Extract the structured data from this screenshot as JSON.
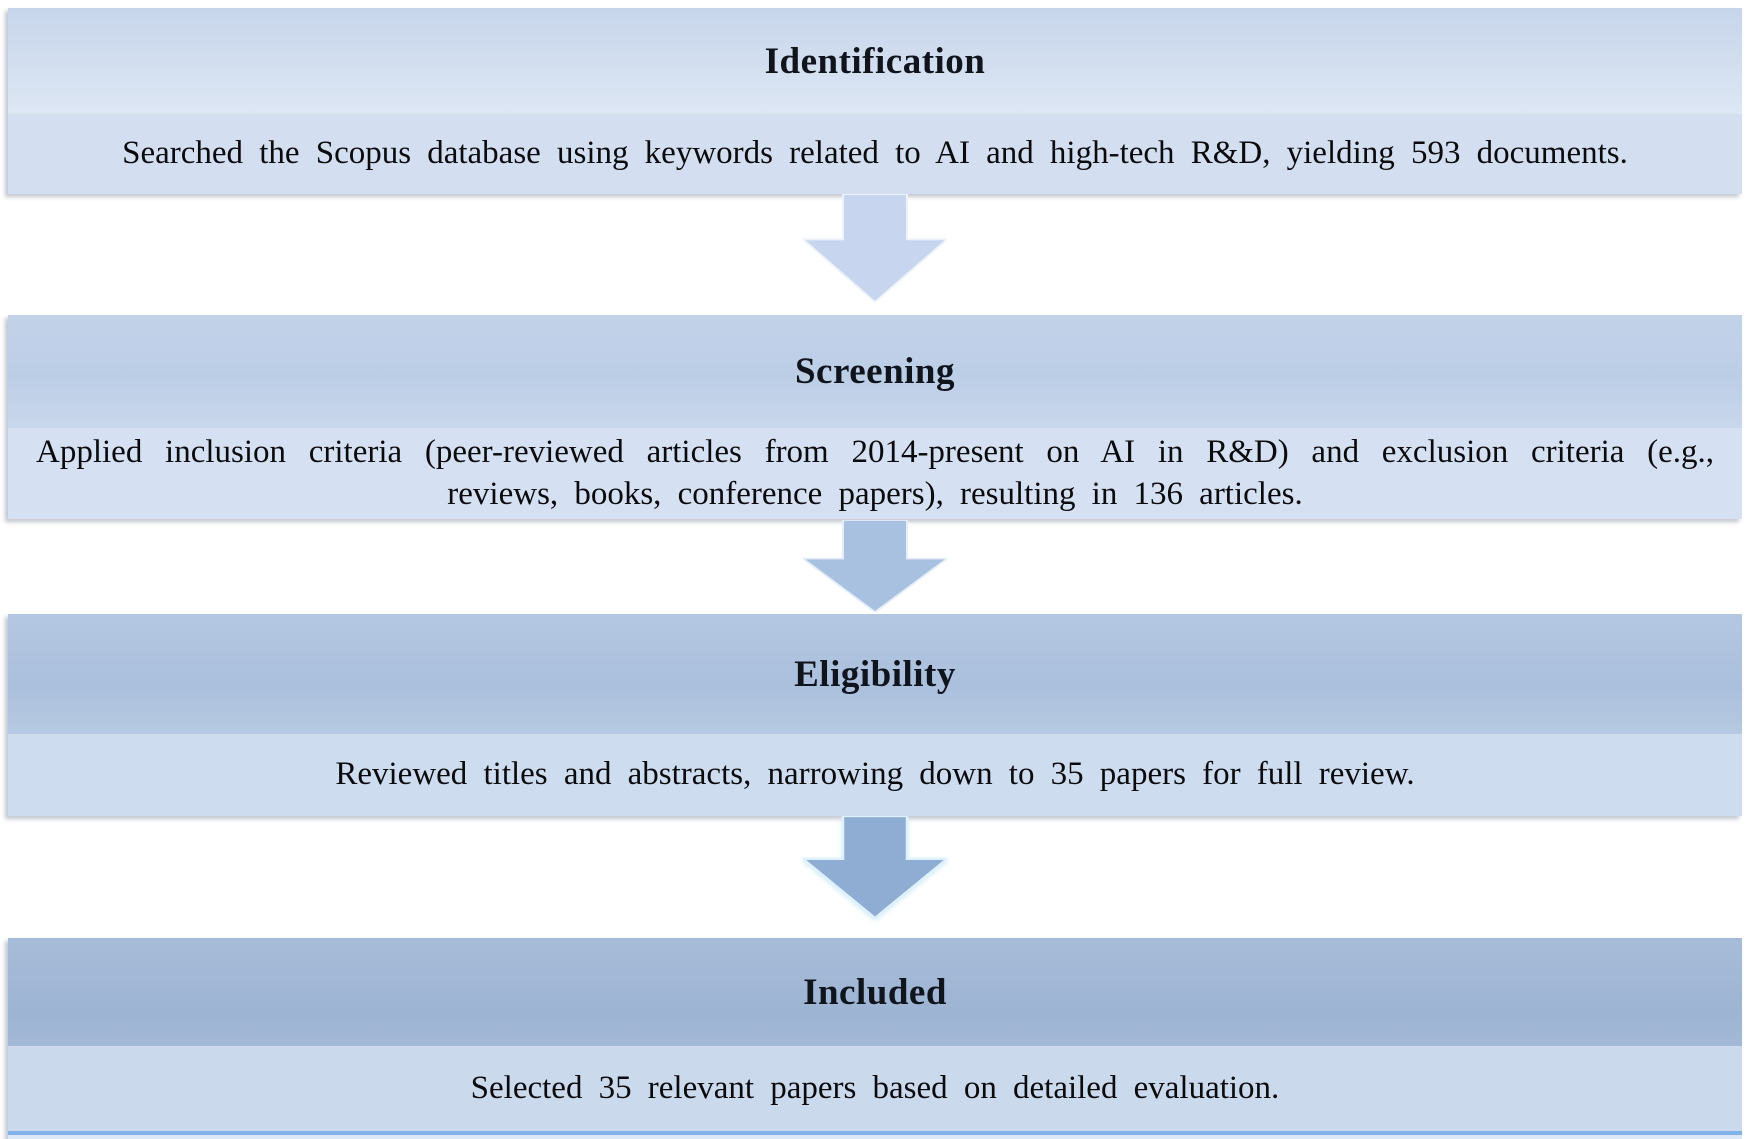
{
  "stages": [
    {
      "title": "Identification",
      "description": "Searched the Scopus database using keywords related to AI and high-tech R&D, yielding 593 documents."
    },
    {
      "title": "Screening",
      "description": "Applied inclusion criteria (peer-reviewed articles from 2014-present on AI in R&D) and exclusion criteria (e.g., reviews, books, conference papers), resulting in 136 articles."
    },
    {
      "title": "Eligibility",
      "description": "Reviewed titles and abstracts, narrowing down to 35 papers for full review."
    },
    {
      "title": "Included",
      "description": "Selected 35 relevant papers based on detailed evaluation."
    }
  ],
  "arrows": [
    {
      "name": "identification-to-screening",
      "fill": "#c7d6ee",
      "edge": "#eef3fb"
    },
    {
      "name": "screening-to-eligibility",
      "fill": "#a9c1e1",
      "edge": "#e4edf8"
    },
    {
      "name": "eligibility-to-included",
      "fill": "#8fadd3",
      "edge": "#ddf2fb"
    }
  ],
  "palette": {
    "stage1_header_top": "#c7d5eb",
    "stage1_header_bottom": "#dde7f4",
    "stage1_body": "#d3dff1",
    "stage2_header": "#bccee6",
    "stage2_body": "#d5e1f2",
    "stage3_header": "#abc0dd",
    "stage3_body": "#cedcef",
    "stage4_header": "#9db4d3",
    "stage4_body": "#cbd9ed",
    "bottom_edge_highlight": "#7fb2e9",
    "text": "#0b0b0d",
    "background": "#ffffff"
  }
}
